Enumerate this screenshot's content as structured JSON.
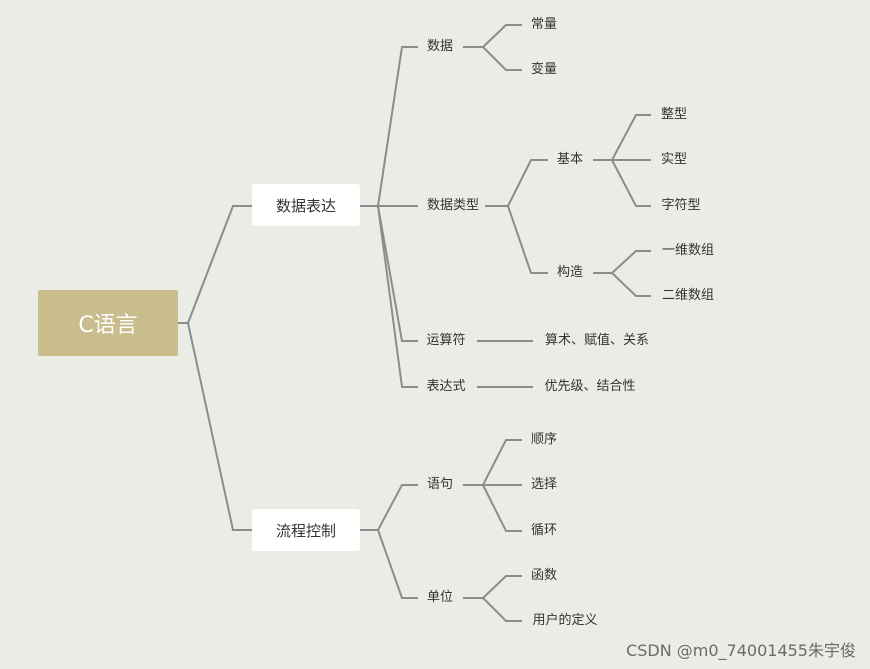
{
  "root": "C语言",
  "level1": {
    "data_expression": "数据表达",
    "flow_control": "流程控制"
  },
  "data_expression": {
    "data": "数据",
    "constant": "常量",
    "variable": "变量",
    "data_type": "数据类型",
    "basic": "基本",
    "integer": "整型",
    "real": "实型",
    "char": "字符型",
    "construct": "构造",
    "array_1d": "一维数组",
    "array_2d": "二维数组",
    "operator": "运算符",
    "operator_desc": "算术、赋值、关系",
    "expression": "表达式",
    "expression_desc": "优先级、结合性"
  },
  "flow_control": {
    "statement": "语句",
    "sequence": "顺序",
    "selection": "选择",
    "loop": "循环",
    "unit": "单位",
    "function": "函数",
    "user_defined": "用户的定义"
  },
  "watermark": "CSDN @m0_74001455朱宇俊",
  "colors": {
    "root_bg": "#c9bc8d",
    "line": "#8c8c8c",
    "background": "#ecece6"
  }
}
